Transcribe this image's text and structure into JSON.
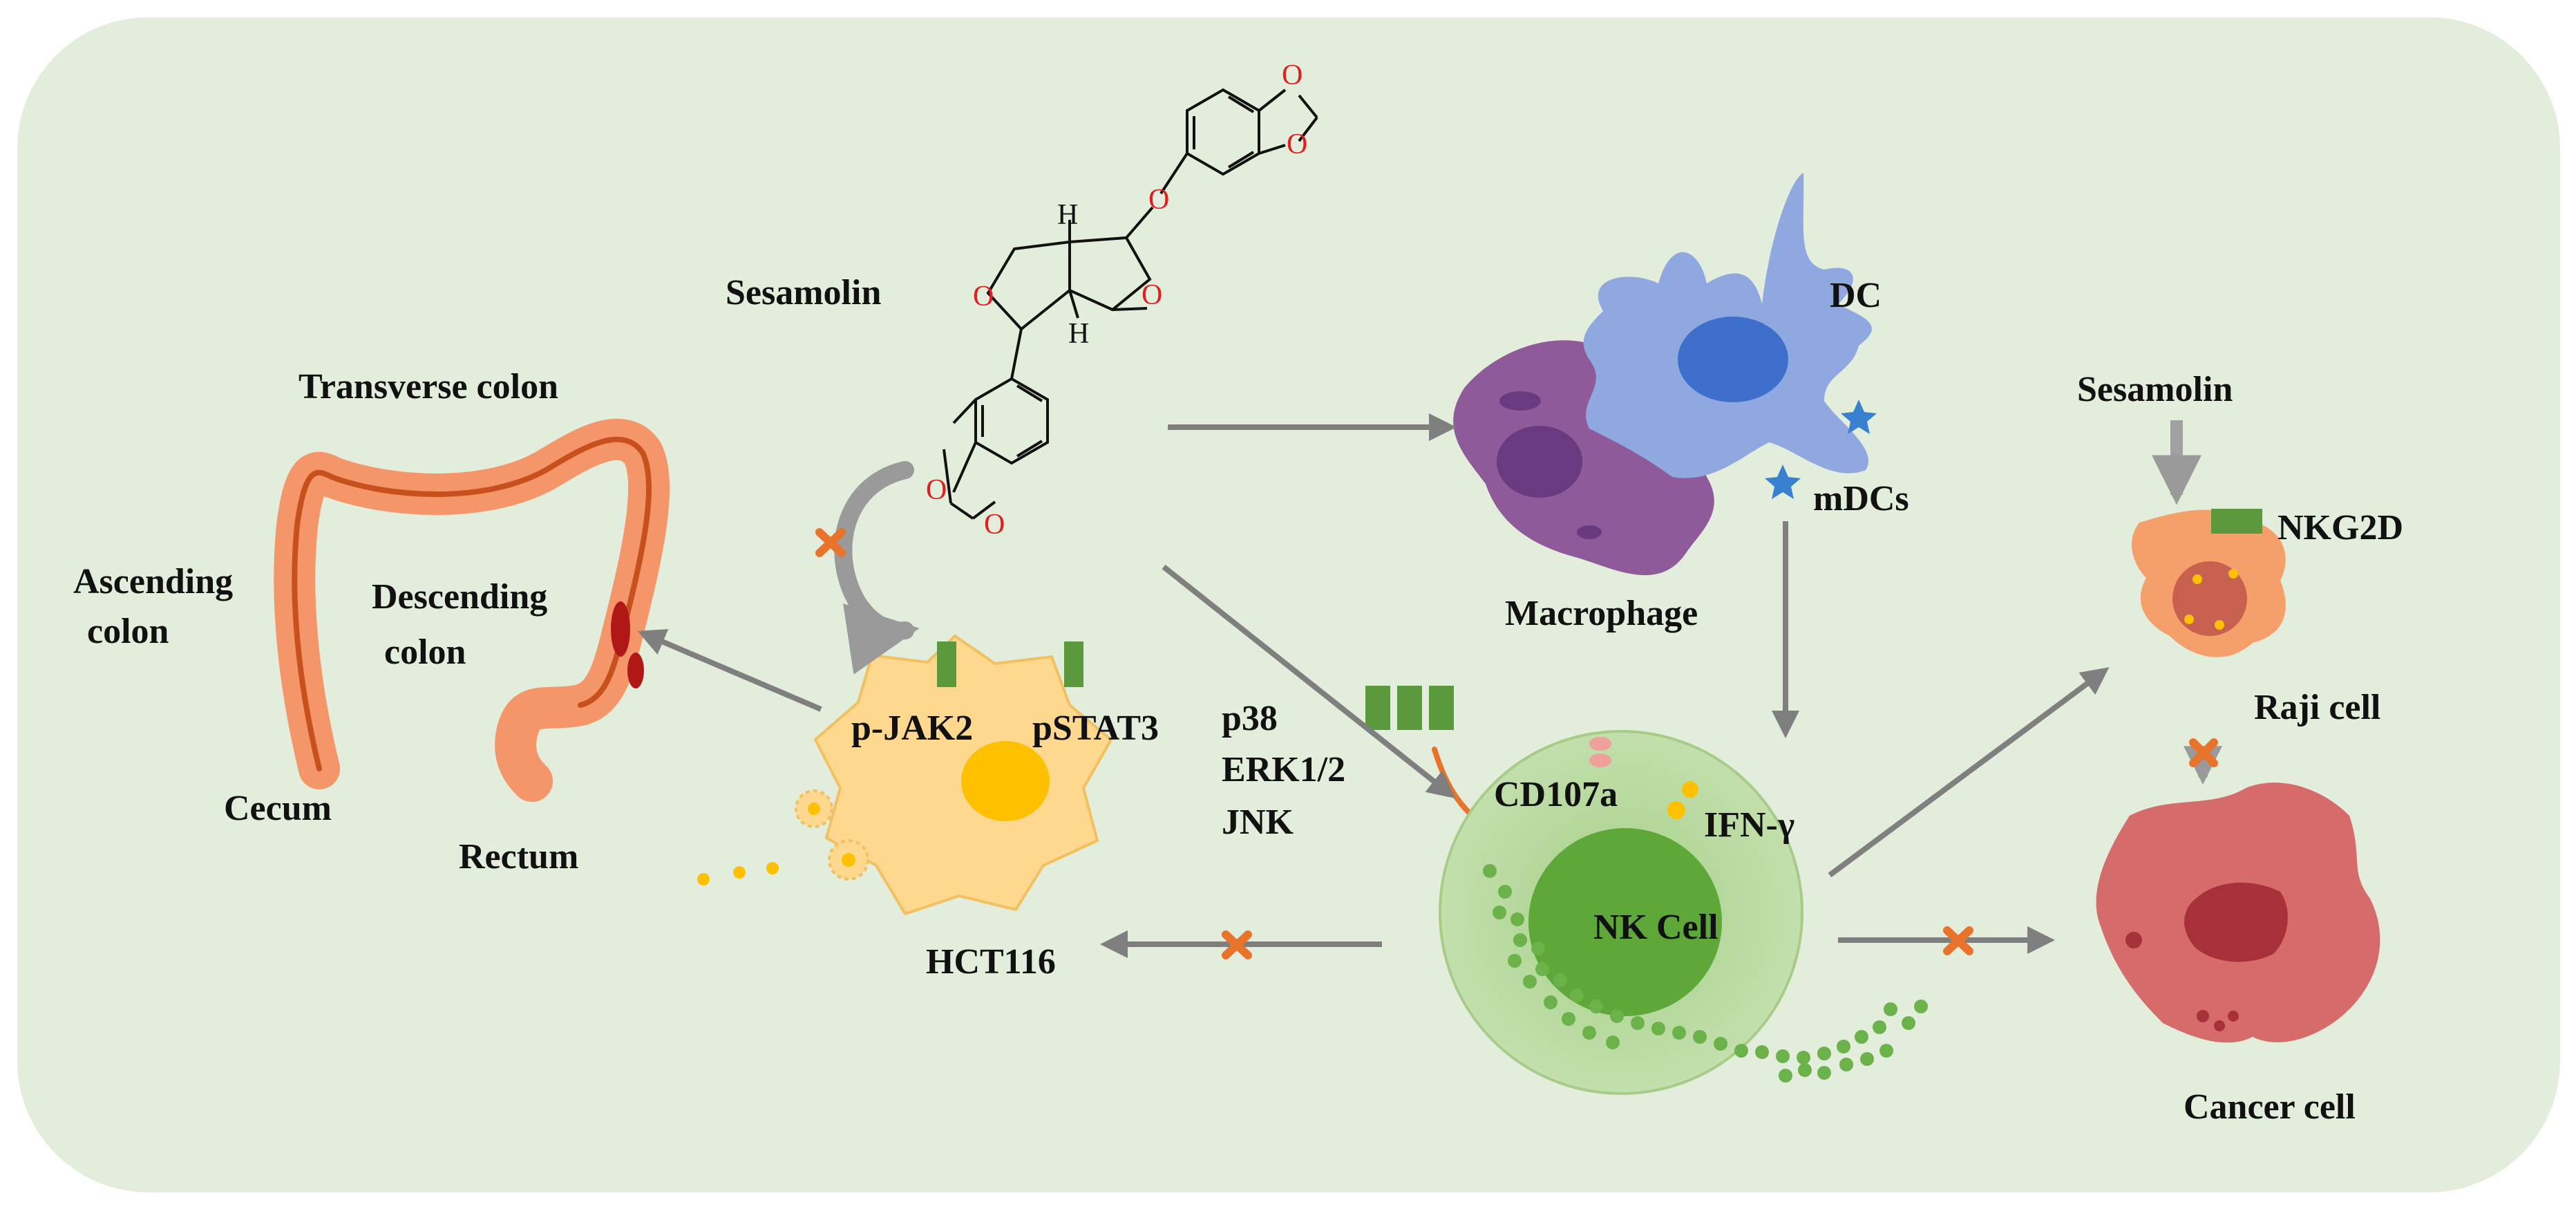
{
  "labels": {
    "sesamolin_top": "Sesamolin",
    "sesamolin_right": "Sesamolin",
    "transverse_colon": "Transverse colon",
    "ascending_colon_1": "Ascending",
    "ascending_colon_2": "colon",
    "descending_colon_1": "Descending",
    "descending_colon_2": "colon",
    "cecum": "Cecum",
    "rectum": "Rectum",
    "p_jak2": "p-JAK2",
    "pstat3": "pSTAT3",
    "p38": "p38",
    "erk": "ERK1/2",
    "jnk": "JNK",
    "hct116": "HCT116",
    "dc": "DC",
    "mdcs": "mDCs",
    "macrophage": "Macrophage",
    "cd107a": "CD107a",
    "ifn_gamma": "IFN-γ",
    "nk_cell": "NK Cell",
    "nkg2d": "NKG2D",
    "raji_cell": "Raji cell",
    "cancer_cell": "Cancer cell"
  },
  "molecule_atoms": {
    "oxygen": "O",
    "hydrogen": "H"
  },
  "colors": {
    "background": "#e3eddb",
    "arrow": "#7f7f7f",
    "inhibit_mark": "#e8742c",
    "receptor": "#5a9a3c",
    "colon": "#f4956a",
    "nk_outer": "#b7d99a",
    "nk_inner": "#5ea83a",
    "dc": "#8fa8e0",
    "macrophage": "#8f5a9a",
    "hct116": "#ffd890",
    "raji": "#f5a06a",
    "cancer": "#d66b6b"
  },
  "icons": [
    "inhibit-x-icon",
    "arrow-icon",
    "receptor-icon",
    "granule-icon"
  ]
}
